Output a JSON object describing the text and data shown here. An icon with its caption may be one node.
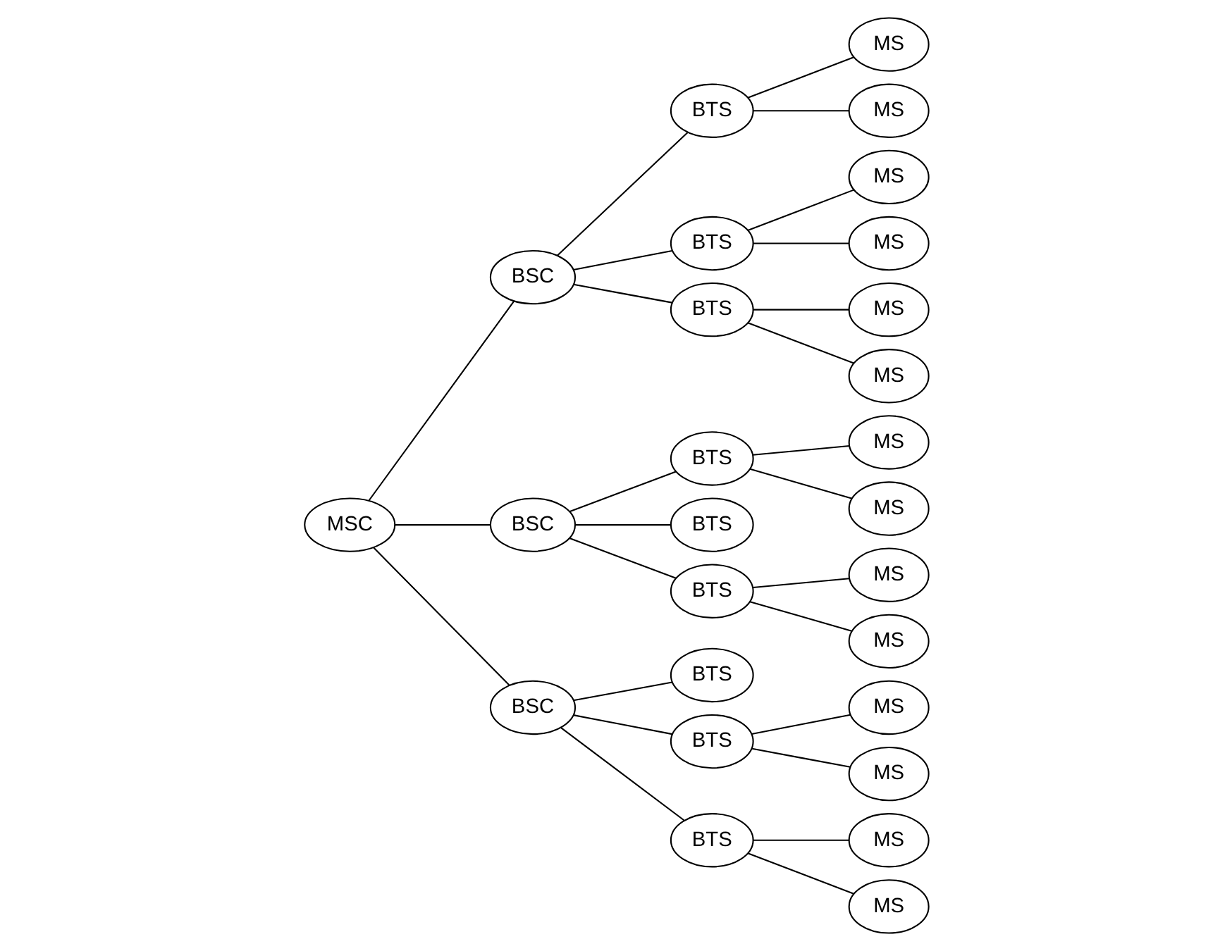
{
  "diagram": {
    "nodes": [
      {
        "text": [
          "MSC"
        ]
      },
      {
        "text": [
          "BSC"
        ]
      },
      {
        "text": [
          "BSC"
        ]
      },
      {
        "text": [
          "BSC"
        ]
      },
      {
        "text": [
          "BTS"
        ]
      },
      {
        "text": [
          "BTS"
        ]
      },
      {
        "text": [
          "BTS"
        ]
      },
      {
        "text": [
          "BTS"
        ]
      },
      {
        "text": [
          "BTS"
        ]
      },
      {
        "text": [
          "BTS"
        ]
      },
      {
        "text": [
          "BTS"
        ]
      },
      {
        "text": [
          "BTS"
        ]
      },
      {
        "text": [
          "BTS"
        ]
      },
      {
        "text": [
          "MS"
        ]
      },
      {
        "text": [
          "MS"
        ]
      },
      {
        "text": [
          "MS"
        ]
      },
      {
        "text": [
          "MS"
        ]
      },
      {
        "text": [
          "MS"
        ]
      },
      {
        "text": [
          "MS"
        ]
      },
      {
        "text": [
          "MS"
        ]
      },
      {
        "text": [
          "MS"
        ]
      },
      {
        "text": [
          "MS"
        ]
      },
      {
        "text": [
          "MS"
        ]
      },
      {
        "text": [
          "MS"
        ]
      },
      {
        "text": [
          "MS"
        ]
      },
      {
        "text": [
          "MS"
        ]
      },
      {
        "text": [
          "MS"
        ]
      }
    ],
    "edges": [
      {
        "from": 0,
        "to": 1,
        "arrow": "none"
      },
      {
        "from": 0,
        "to": 2,
        "arrow": "none"
      },
      {
        "from": 0,
        "to": 3,
        "arrow": "none"
      },
      {
        "from": 1,
        "to": 4,
        "arrow": "none"
      },
      {
        "from": 1,
        "to": 5,
        "arrow": "none"
      },
      {
        "from": 1,
        "to": 6,
        "arrow": "none"
      },
      {
        "from": 2,
        "to": 7,
        "arrow": "none"
      },
      {
        "from": 2,
        "to": 8,
        "arrow": "none"
      },
      {
        "from": 2,
        "to": 9,
        "arrow": "none"
      },
      {
        "from": 3,
        "to": 10,
        "arrow": "none"
      },
      {
        "from": 3,
        "to": 11,
        "arrow": "none"
      },
      {
        "from": 3,
        "to": 12,
        "arrow": "none"
      },
      {
        "from": 4,
        "to": 13,
        "arrow": "none"
      },
      {
        "from": 4,
        "to": 14,
        "arrow": "none"
      },
      {
        "from": 5,
        "to": 15,
        "arrow": "none"
      },
      {
        "from": 5,
        "to": 16,
        "arrow": "none"
      },
      {
        "from": 6,
        "to": 17,
        "arrow": "none"
      },
      {
        "from": 6,
        "to": 18,
        "arrow": "none"
      },
      {
        "from": 7,
        "to": 19,
        "arrow": "none"
      },
      {
        "from": 7,
        "to": 20,
        "arrow": "none"
      },
      {
        "from": 9,
        "to": 21,
        "arrow": "none"
      },
      {
        "from": 9,
        "to": 22,
        "arrow": "none"
      },
      {
        "from": 11,
        "to": 23,
        "arrow": "none"
      },
      {
        "from": 11,
        "to": 24,
        "arrow": "none"
      },
      {
        "from": 12,
        "to": 25,
        "arrow": "none"
      },
      {
        "from": 12,
        "to": 26,
        "arrow": "none"
      }
    ]
  }
}
